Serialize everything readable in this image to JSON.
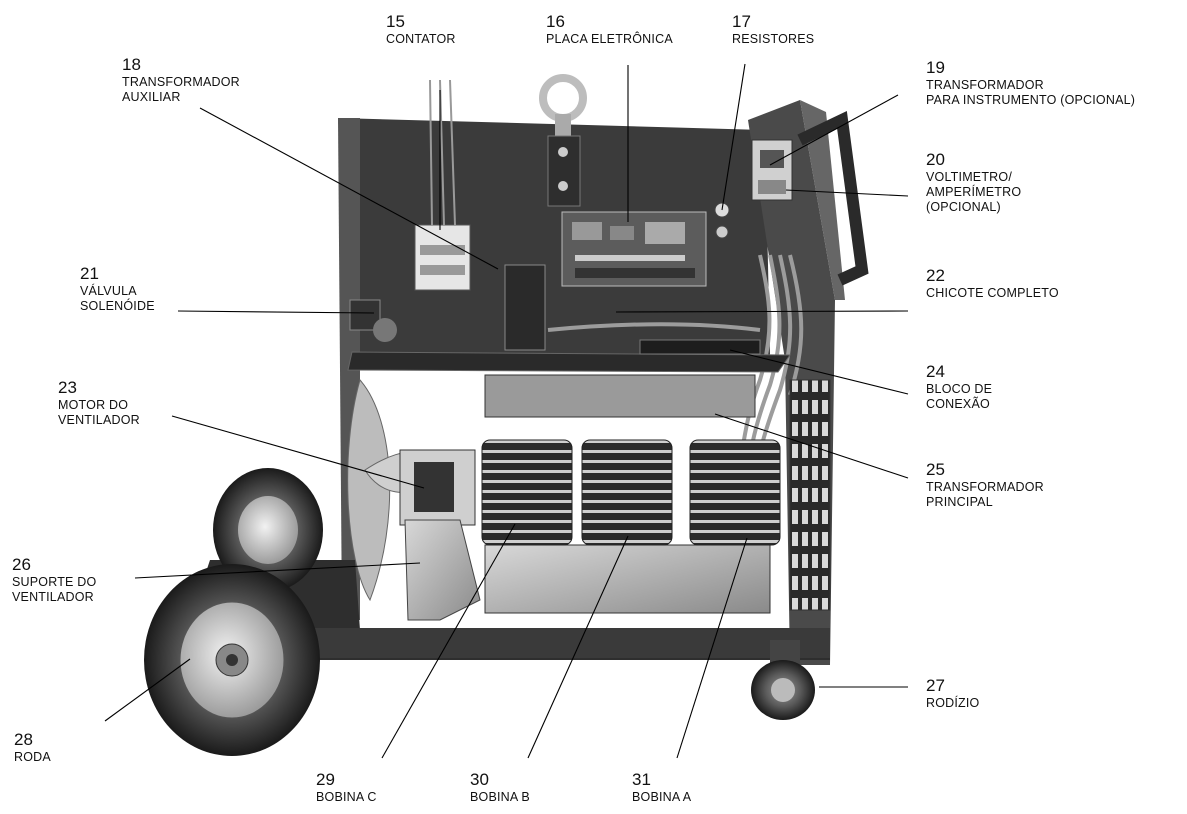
{
  "callouts": [
    {
      "num": "15",
      "lines": [
        "CONTATOR"
      ]
    },
    {
      "num": "16",
      "lines": [
        "PLACA ELETRÔNICA"
      ]
    },
    {
      "num": "17",
      "lines": [
        "RESISTORES"
      ]
    },
    {
      "num": "18",
      "lines": [
        "TRANSFORMADOR",
        "AUXILIAR"
      ]
    },
    {
      "num": "19",
      "lines": [
        "TRANSFORMADOR",
        "PARA INSTRUMENTO (OPCIONAL)"
      ]
    },
    {
      "num": "20",
      "lines": [
        "VOLTIMETRO/",
        "AMPERÍMETRO",
        "(OPCIONAL)"
      ]
    },
    {
      "num": "21",
      "lines": [
        "VÁLVULA",
        "SOLENÓIDE"
      ]
    },
    {
      "num": "22",
      "lines": [
        "CHICOTE COMPLETO"
      ]
    },
    {
      "num": "23",
      "lines": [
        "MOTOR DO",
        "VENTILADOR"
      ]
    },
    {
      "num": "24",
      "lines": [
        "BLOCO DE",
        "CONEXÃO"
      ]
    },
    {
      "num": "25",
      "lines": [
        "TRANSFORMADOR",
        "PRINCIPAL"
      ]
    },
    {
      "num": "26",
      "lines": [
        "SUPORTE DO",
        "VENTILADOR"
      ]
    },
    {
      "num": "27",
      "lines": [
        "RODÍZIO"
      ]
    },
    {
      "num": "28",
      "lines": [
        "RODA"
      ]
    },
    {
      "num": "29",
      "lines": [
        "BOBINA C"
      ]
    },
    {
      "num": "30",
      "lines": [
        "BOBINA B"
      ]
    },
    {
      "num": "31",
      "lines": [
        "BOBINA A"
      ]
    }
  ]
}
